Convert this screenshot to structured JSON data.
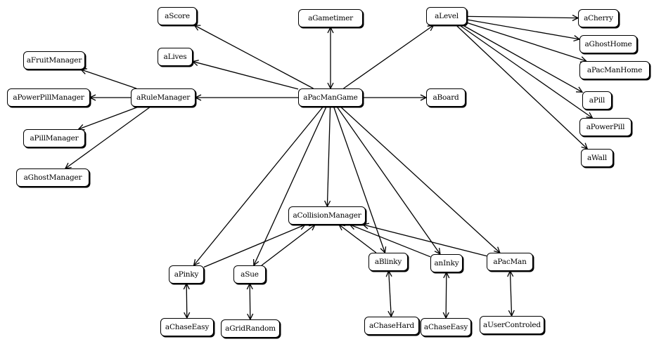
{
  "diagram": {
    "nodes": [
      {
        "id": "aScore",
        "label": "aScore"
      },
      {
        "id": "aGametimer",
        "label": "aGametimer"
      },
      {
        "id": "aLevel",
        "label": "aLevel"
      },
      {
        "id": "aCherry",
        "label": "aCherry"
      },
      {
        "id": "aFruitManager",
        "label": "aFruitManager"
      },
      {
        "id": "aLives",
        "label": "aLives"
      },
      {
        "id": "aGhostHome",
        "label": "aGhostHome"
      },
      {
        "id": "aPacManHome",
        "label": "aPacManHome"
      },
      {
        "id": "aPowerPillManager",
        "label": "aPowerPillManager"
      },
      {
        "id": "aRuleManager",
        "label": "aRuleManager"
      },
      {
        "id": "aPacManGame",
        "label": "aPacManGame"
      },
      {
        "id": "aBoard",
        "label": "aBoard"
      },
      {
        "id": "aPill",
        "label": "aPill"
      },
      {
        "id": "aPillManager",
        "label": "aPillManager"
      },
      {
        "id": "aPowerPill",
        "label": "aPowerPill"
      },
      {
        "id": "aWall",
        "label": "aWall"
      },
      {
        "id": "aGhostManager",
        "label": "aGhostManager"
      },
      {
        "id": "aCollisionManager",
        "label": "aCollisionManager"
      },
      {
        "id": "aPinky",
        "label": "aPinky"
      },
      {
        "id": "aSue",
        "label": "aSue"
      },
      {
        "id": "aBlinky",
        "label": "aBlinky"
      },
      {
        "id": "anInky",
        "label": "anInky"
      },
      {
        "id": "aPacMan",
        "label": "aPacMan"
      },
      {
        "id": "aChaseEasy1",
        "label": "aChaseEasy"
      },
      {
        "id": "aGridRandom",
        "label": "aGridRandom"
      },
      {
        "id": "aChaseHard",
        "label": "aChaseHard"
      },
      {
        "id": "aChaseEasy2",
        "label": "aChaseEasy"
      },
      {
        "id": "aUserControled",
        "label": "aUserControled"
      }
    ],
    "edges": [
      {
        "from": "aPacManGame",
        "to": "aScore",
        "bidirectional": false
      },
      {
        "from": "aPacManGame",
        "to": "aLives",
        "bidirectional": false
      },
      {
        "from": "aPacManGame",
        "to": "aGametimer",
        "bidirectional": true
      },
      {
        "from": "aPacManGame",
        "to": "aLevel",
        "bidirectional": false
      },
      {
        "from": "aPacManGame",
        "to": "aBoard",
        "bidirectional": false
      },
      {
        "from": "aPacManGame",
        "to": "aRuleManager",
        "bidirectional": false
      },
      {
        "from": "aPacManGame",
        "to": "aCollisionManager",
        "bidirectional": false
      },
      {
        "from": "aPacManGame",
        "to": "aPinky",
        "bidirectional": false
      },
      {
        "from": "aPacManGame",
        "to": "aSue",
        "bidirectional": false
      },
      {
        "from": "aPacManGame",
        "to": "aBlinky",
        "bidirectional": false
      },
      {
        "from": "aPacManGame",
        "to": "anInky",
        "bidirectional": false
      },
      {
        "from": "aPacManGame",
        "to": "aPacMan",
        "bidirectional": false
      },
      {
        "from": "aRuleManager",
        "to": "aFruitManager",
        "bidirectional": false
      },
      {
        "from": "aRuleManager",
        "to": "aPowerPillManager",
        "bidirectional": false
      },
      {
        "from": "aRuleManager",
        "to": "aPillManager",
        "bidirectional": false
      },
      {
        "from": "aRuleManager",
        "to": "aGhostManager",
        "bidirectional": false
      },
      {
        "from": "aLevel",
        "to": "aCherry",
        "bidirectional": false
      },
      {
        "from": "aLevel",
        "to": "aGhostHome",
        "bidirectional": false
      },
      {
        "from": "aLevel",
        "to": "aPacManHome",
        "bidirectional": false
      },
      {
        "from": "aLevel",
        "to": "aPill",
        "bidirectional": false
      },
      {
        "from": "aLevel",
        "to": "aPowerPill",
        "bidirectional": false
      },
      {
        "from": "aLevel",
        "to": "aWall",
        "bidirectional": false
      },
      {
        "from": "aPinky",
        "to": "aCollisionManager",
        "bidirectional": false
      },
      {
        "from": "aSue",
        "to": "aCollisionManager",
        "bidirectional": false
      },
      {
        "from": "aBlinky",
        "to": "aCollisionManager",
        "bidirectional": false
      },
      {
        "from": "anInky",
        "to": "aCollisionManager",
        "bidirectional": false
      },
      {
        "from": "aPacMan",
        "to": "aCollisionManager",
        "bidirectional": false
      },
      {
        "from": "aPinky",
        "to": "aChaseEasy1",
        "bidirectional": true
      },
      {
        "from": "aSue",
        "to": "aGridRandom",
        "bidirectional": true
      },
      {
        "from": "aBlinky",
        "to": "aChaseHard",
        "bidirectional": true
      },
      {
        "from": "anInky",
        "to": "aChaseEasy2",
        "bidirectional": true
      },
      {
        "from": "aPacMan",
        "to": "aUserControled",
        "bidirectional": true
      }
    ]
  }
}
